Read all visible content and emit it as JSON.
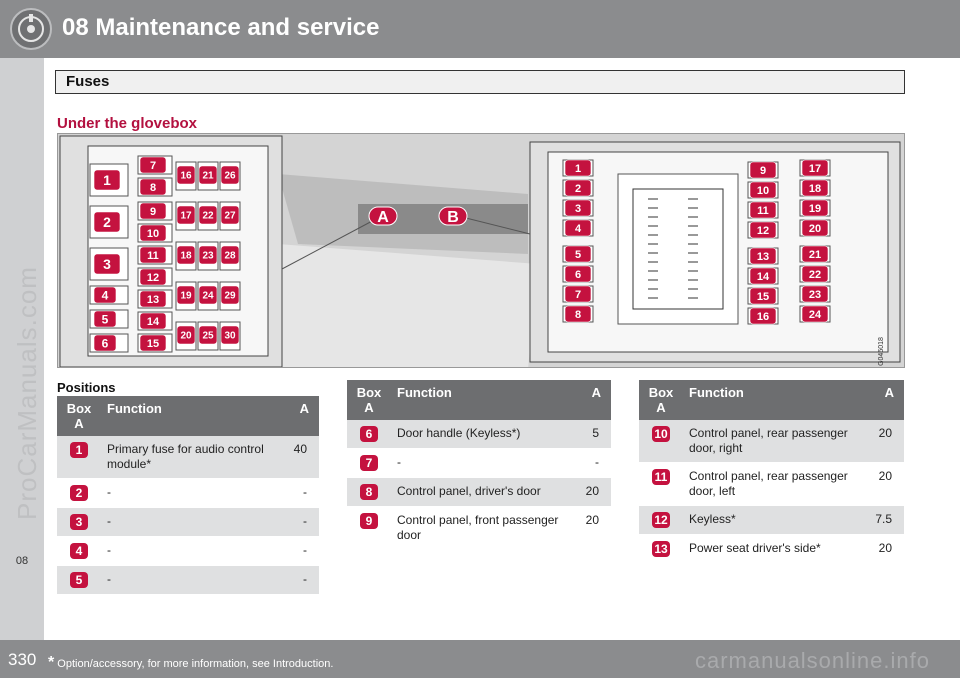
{
  "header": {
    "title": "08 Maintenance and service",
    "icon": "wrench-gear-icon"
  },
  "side": {
    "chapter": "08",
    "watermark": "ProCarManuals.com"
  },
  "section": {
    "title": "Fuses"
  },
  "subheading": "Under the glovebox",
  "figure": {
    "code": "G045018",
    "callouts": [
      "A",
      "B"
    ],
    "box_a": {
      "large": [
        "1",
        "2",
        "3",
        "4",
        "5",
        "6"
      ],
      "small": [
        "7",
        "8",
        "9",
        "10",
        "11",
        "12",
        "13",
        "14",
        "15"
      ],
      "grid": [
        "16",
        "21",
        "26",
        "17",
        "22",
        "27",
        "18",
        "23",
        "28",
        "19",
        "24",
        "29",
        "20",
        "25",
        "30"
      ]
    },
    "box_b": {
      "left": [
        "1",
        "2",
        "3",
        "4",
        "5",
        "6",
        "7",
        "8"
      ],
      "mid": [
        "9",
        "10",
        "11",
        "12",
        "13",
        "14",
        "15",
        "16"
      ],
      "right": [
        "17",
        "18",
        "19",
        "20",
        "21",
        "22",
        "23",
        "24"
      ]
    }
  },
  "positions_label": "Positions",
  "table_headers": {
    "box": "Box A",
    "function": "Function",
    "amp": "A"
  },
  "tables": [
    [
      {
        "num": "1",
        "function": "Primary fuse for audio control module*",
        "amp": "40"
      },
      {
        "num": "2",
        "function": "-",
        "amp": "-"
      },
      {
        "num": "3",
        "function": "-",
        "amp": "-"
      },
      {
        "num": "4",
        "function": "-",
        "amp": "-"
      },
      {
        "num": "5",
        "function": "-",
        "amp": "-"
      }
    ],
    [
      {
        "num": "6",
        "function": "Door handle (Keyless*)",
        "amp": "5"
      },
      {
        "num": "7",
        "function": "-",
        "amp": "-"
      },
      {
        "num": "8",
        "function": "Control panel, driver's door",
        "amp": "20"
      },
      {
        "num": "9",
        "function": "Control panel, front passenger door",
        "amp": "20"
      }
    ],
    [
      {
        "num": "10",
        "function": "Control panel, rear passenger door, right",
        "amp": "20"
      },
      {
        "num": "11",
        "function": "Control panel, rear passenger door, left",
        "amp": "20"
      },
      {
        "num": "12",
        "function": "Keyless*",
        "amp": "7.5"
      },
      {
        "num": "13",
        "function": "Power seat driver's side*",
        "amp": "20"
      }
    ]
  ],
  "footer": {
    "page": "330",
    "footnote_star": "*",
    "footnote": "Option/accessory, for more information, see Introduction.",
    "watermark": "carmanualsonline.info"
  },
  "colors": {
    "accent": "#c4123f",
    "header": "#8b8c8e",
    "table_head": "#6d6e70"
  }
}
